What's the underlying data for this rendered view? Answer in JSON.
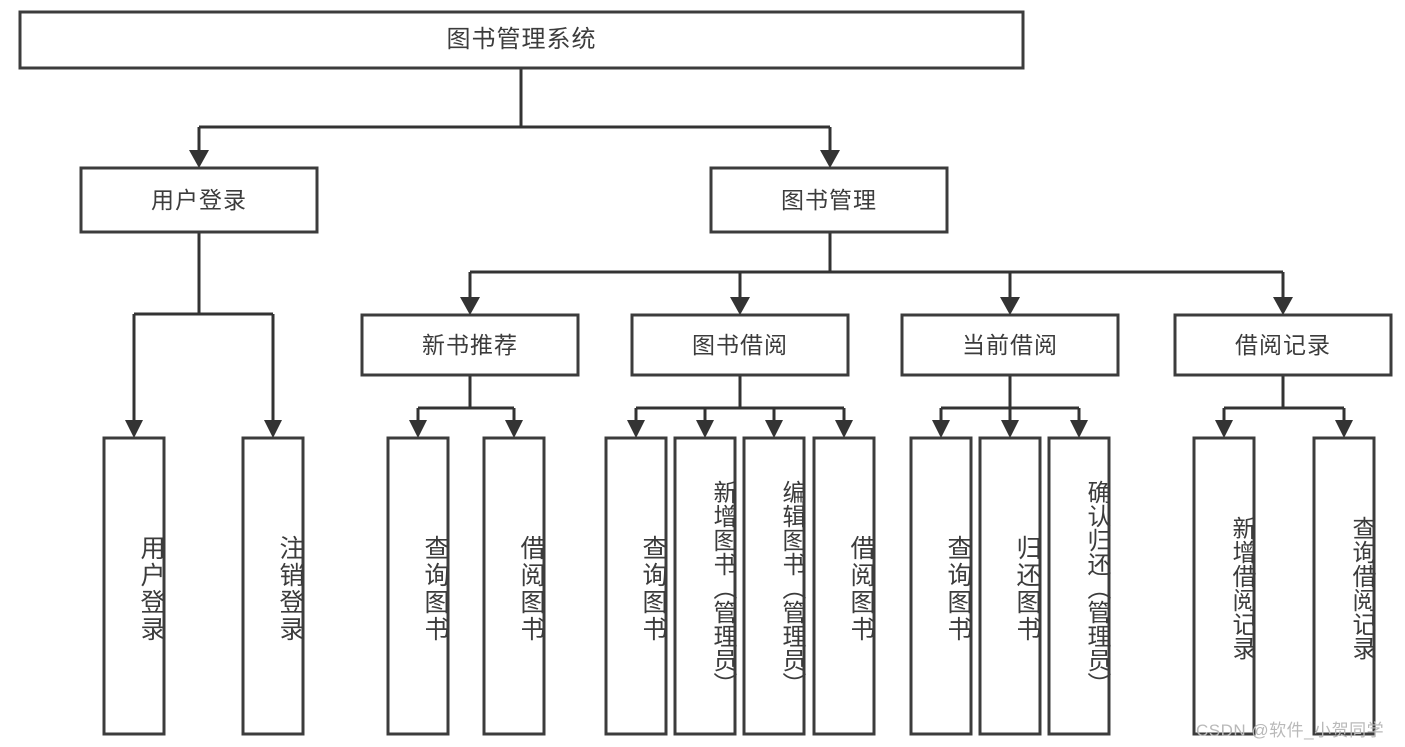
{
  "diagram": {
    "type": "tree",
    "title": "图书管理系统",
    "orientation": "top-down",
    "colors": {
      "box_stroke": "#3c3c3c",
      "box_fill": "#ffffff",
      "connector": "#333333",
      "text": "#3c3c3c",
      "watermark": "#b9b9b9",
      "background": "#ffffff"
    },
    "root": {
      "label": "图书管理系统"
    },
    "level2": [
      {
        "label": "用户登录"
      },
      {
        "label": "图书管理"
      }
    ],
    "level3": [
      {
        "label": "新书推荐"
      },
      {
        "label": "图书借阅"
      },
      {
        "label": "当前借阅"
      },
      {
        "label": "借阅记录"
      }
    ],
    "leaves": {
      "user_login": [
        {
          "label": "用户登录"
        },
        {
          "label": "注销登录"
        }
      ],
      "new_book_recommend": [
        {
          "label": "查询图书"
        },
        {
          "label": "借阅图书"
        }
      ],
      "book_borrow": [
        {
          "label": "查询图书"
        },
        {
          "label": "新增图书（管理员）"
        },
        {
          "label": "编辑图书（管理员）"
        },
        {
          "label": "借阅图书"
        }
      ],
      "current_borrow": [
        {
          "label": "查询图书"
        },
        {
          "label": "归还图书"
        },
        {
          "label": "确认归还（管理员）"
        }
      ],
      "borrow_record": [
        {
          "label": "新增借阅记录"
        },
        {
          "label": "查询借阅记录"
        }
      ]
    }
  },
  "watermark": {
    "text": "CSDN @软件_小贺同学"
  }
}
